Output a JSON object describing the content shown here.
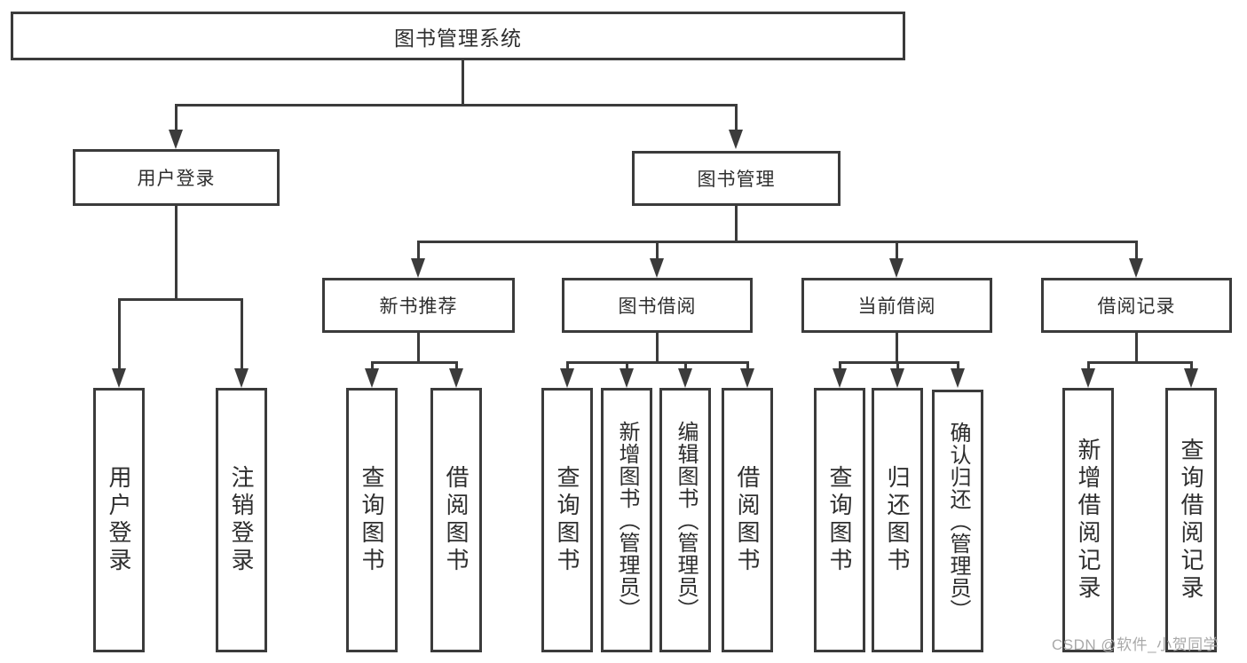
{
  "colors": {
    "line": "#3b3b3b",
    "text": "#2e2e2e",
    "watermark": "#a9a9a9",
    "background": "#ffffff"
  },
  "root": {
    "label": "图书管理系统"
  },
  "level2": [
    {
      "label": "用户登录"
    },
    {
      "label": "图书管理"
    }
  ],
  "level3": [
    {
      "label": "新书推荐"
    },
    {
      "label": "图书借阅"
    },
    {
      "label": "当前借阅"
    },
    {
      "label": "借阅记录"
    }
  ],
  "leaves": {
    "user_login": [
      {
        "label": "用户登录"
      },
      {
        "label": "注销登录"
      }
    ],
    "new_books": [
      {
        "label": "查询图书"
      },
      {
        "label": "借阅图书"
      }
    ],
    "book_borrow": [
      {
        "label": "查询图书"
      },
      {
        "label": "新增图书（管理员）"
      },
      {
        "label": "编辑图书（管理员）"
      },
      {
        "label": "借阅图书"
      }
    ],
    "current_borrow": [
      {
        "label": "查询图书"
      },
      {
        "label": "归还图书"
      },
      {
        "label": "确认归还（管理员）"
      }
    ],
    "borrow_records": [
      {
        "label": "新增借阅记录"
      },
      {
        "label": "查询借阅记录"
      }
    ]
  },
  "watermark": {
    "text": "CSDN @软件_小贺同学"
  }
}
